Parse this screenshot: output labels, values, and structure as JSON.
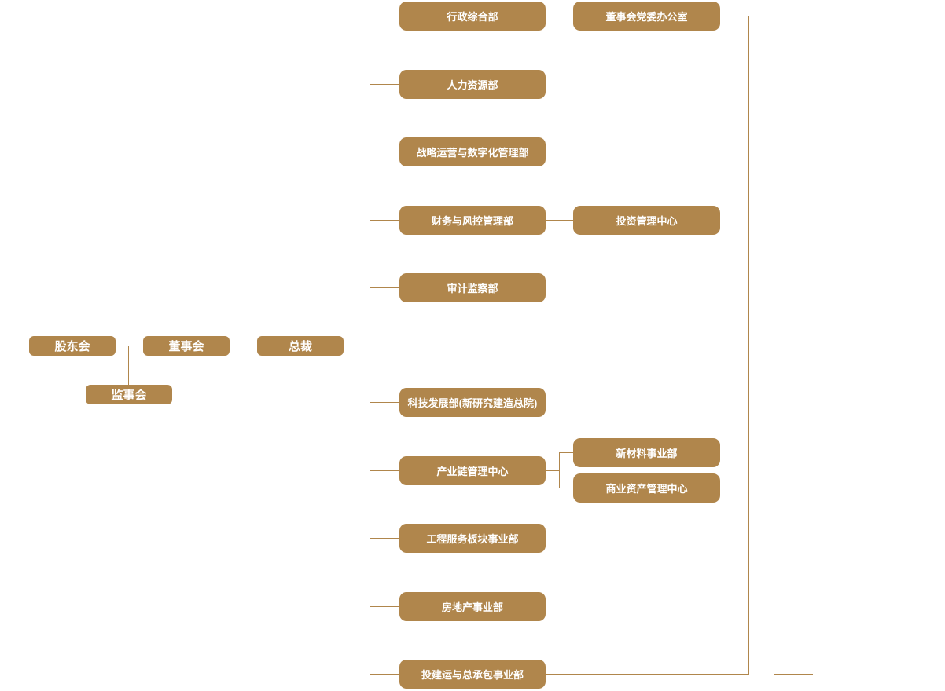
{
  "org_chart": {
    "type": "organization-chart",
    "colors": {
      "node_fill": "#b0864c",
      "connector": "#b0864c",
      "node_text": "#ffffff",
      "background": "#ffffff"
    },
    "governance": [
      {
        "label": "股东会"
      },
      {
        "label": "董事会"
      },
      {
        "label": "总裁"
      }
    ],
    "supervisory_board": {
      "label": "监事会",
      "reports_to": "股东会"
    },
    "departments": [
      {
        "label": "行政综合部"
      },
      {
        "label": "人力资源部"
      },
      {
        "label": "战略运营与数字化管理部"
      },
      {
        "label": "财务与风控管理部"
      },
      {
        "label": "审计监察部"
      },
      {
        "label": "科技发展部(新研究建造总院)"
      },
      {
        "label": "产业链管理中心"
      },
      {
        "label": "工程服务板块事业部"
      },
      {
        "label": "房地产事业部"
      },
      {
        "label": "投建运与总承包事业部"
      }
    ],
    "sub_departments": [
      {
        "label": "董事会党委办公室",
        "parent": "行政综合部"
      },
      {
        "label": "投资管理中心",
        "parent": "财务与风控管理部"
      },
      {
        "label": "新材料事业部",
        "parent": "产业链管理中心"
      },
      {
        "label": "商业资产管理中心",
        "parent": "产业链管理中心"
      }
    ],
    "edges": [
      {
        "from": "股东会",
        "to": "董事会"
      },
      {
        "from": "股东会",
        "to": "监事会"
      },
      {
        "from": "董事会",
        "to": "总裁"
      },
      {
        "from": "总裁",
        "to": "所有部门(左列10个)"
      },
      {
        "from": "行政综合部",
        "to": "董事会党委办公室"
      },
      {
        "from": "财务与风控管理部",
        "to": "投资管理中心"
      },
      {
        "from": "产业链管理中心",
        "to": "新材料事业部"
      },
      {
        "from": "产业链管理中心",
        "to": "商业资产管理中心"
      }
    ],
    "right_edge_stub_count": 4
  }
}
